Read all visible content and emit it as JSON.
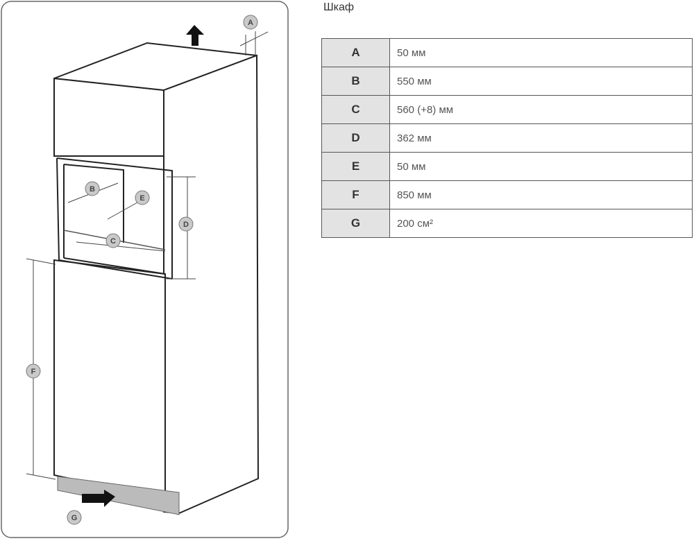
{
  "title": "Шкаф",
  "dimensions": [
    {
      "key": "A",
      "value": "50 мм"
    },
    {
      "key": "B",
      "value": "550 мм"
    },
    {
      "key": "C",
      "value": "560 (+8) мм"
    },
    {
      "key": "D",
      "value": "362 мм"
    },
    {
      "key": "E",
      "value": "50 мм"
    },
    {
      "key": "F",
      "value": "850 мм"
    },
    {
      "key": "G",
      "value": "200 см²"
    }
  ],
  "diagram_labels": {
    "a": "A",
    "b": "B",
    "c": "C",
    "d": "D",
    "e": "E",
    "f": "F",
    "g": "G"
  }
}
